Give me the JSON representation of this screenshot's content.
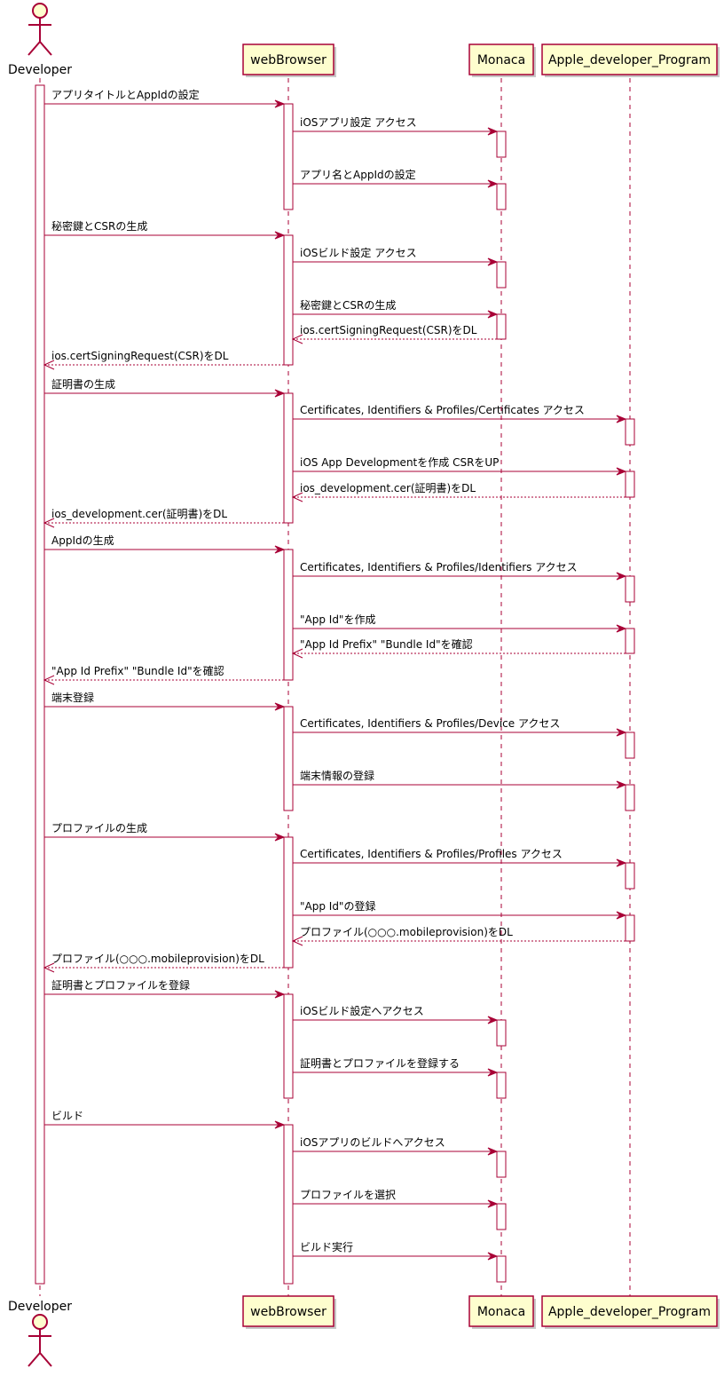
{
  "participants": [
    {
      "id": "dev",
      "name": "Developer",
      "kind": "actor"
    },
    {
      "id": "web",
      "name": "webBrowser",
      "kind": "participant"
    },
    {
      "id": "mon",
      "name": "Monaca",
      "kind": "participant"
    },
    {
      "id": "apple",
      "name": "Apple_developer_Program",
      "kind": "participant"
    }
  ],
  "messages": [
    {
      "from": "dev",
      "to": "web",
      "label": "アプリタイトルとAppIdの設定",
      "type": "call"
    },
    {
      "from": "web",
      "to": "mon",
      "label": "iOSアプリ設定 アクセス",
      "type": "call"
    },
    {
      "from": "web",
      "to": "mon",
      "label": "アプリ名とAppIdの設定",
      "type": "call"
    },
    {
      "from": "dev",
      "to": "web",
      "label": "秘密鍵とCSRの生成",
      "type": "call"
    },
    {
      "from": "web",
      "to": "mon",
      "label": "iOSビルド設定 アクセス",
      "type": "call"
    },
    {
      "from": "web",
      "to": "mon",
      "label": "秘密鍵とCSRの生成",
      "type": "call"
    },
    {
      "from": "mon",
      "to": "web",
      "label": "ios.certSigningRequest(CSR)をDL",
      "type": "return"
    },
    {
      "from": "web",
      "to": "dev",
      "label": "ios.certSigningRequest(CSR)をDL",
      "type": "return"
    },
    {
      "from": "dev",
      "to": "web",
      "label": "証明書の生成",
      "type": "call"
    },
    {
      "from": "web",
      "to": "apple",
      "label": "Certificates, Identifiers & Profiles/Certificates アクセス",
      "type": "call"
    },
    {
      "from": "web",
      "to": "apple",
      "label": "iOS App Developmentを作成 CSRをUP",
      "type": "call"
    },
    {
      "from": "apple",
      "to": "web",
      "label": "ios_development.cer(証明書)をDL",
      "type": "return"
    },
    {
      "from": "web",
      "to": "dev",
      "label": "ios_development.cer(証明書)をDL",
      "type": "return"
    },
    {
      "from": "dev",
      "to": "web",
      "label": "AppIdの生成",
      "type": "call"
    },
    {
      "from": "web",
      "to": "apple",
      "label": "Certificates, Identifiers & Profiles/Identifiers アクセス",
      "type": "call"
    },
    {
      "from": "web",
      "to": "apple",
      "label": "\"App Id\"を作成",
      "type": "call"
    },
    {
      "from": "apple",
      "to": "web",
      "label": "\"App Id Prefix\" \"Bundle Id\"を確認",
      "type": "return"
    },
    {
      "from": "web",
      "to": "dev",
      "label": "\"App Id Prefix\" \"Bundle Id\"を確認",
      "type": "return"
    },
    {
      "from": "dev",
      "to": "web",
      "label": "端末登録",
      "type": "call"
    },
    {
      "from": "web",
      "to": "apple",
      "label": "Certificates, Identifiers & Profiles/Device アクセス",
      "type": "call"
    },
    {
      "from": "web",
      "to": "apple",
      "label": "端末情報の登録",
      "type": "call"
    },
    {
      "from": "dev",
      "to": "web",
      "label": "プロファイルの生成",
      "type": "call"
    },
    {
      "from": "web",
      "to": "apple",
      "label": "Certificates, Identifiers & Profiles/Profiles アクセス",
      "type": "call"
    },
    {
      "from": "web",
      "to": "apple",
      "label": "\"App Id\"の登録",
      "type": "call"
    },
    {
      "from": "apple",
      "to": "web",
      "label": "プロファイル(○○○.mobileprovision)をDL",
      "type": "return"
    },
    {
      "from": "web",
      "to": "dev",
      "label": "プロファイル(○○○.mobileprovision)をDL",
      "type": "return"
    },
    {
      "from": "dev",
      "to": "web",
      "label": "証明書とプロファイルを登録",
      "type": "call"
    },
    {
      "from": "web",
      "to": "mon",
      "label": "iOSビルド設定へアクセス",
      "type": "call"
    },
    {
      "from": "web",
      "to": "mon",
      "label": "証明書とプロファイルを登録する",
      "type": "call"
    },
    {
      "from": "dev",
      "to": "web",
      "label": "ビルド",
      "type": "call"
    },
    {
      "from": "web",
      "to": "mon",
      "label": "iOSアプリのビルドへアクセス",
      "type": "call"
    },
    {
      "from": "web",
      "to": "mon",
      "label": "プロファイルを選択",
      "type": "call"
    },
    {
      "from": "web",
      "to": "mon",
      "label": "ビルド実行",
      "type": "call"
    }
  ],
  "colors": {
    "line": "#A80036",
    "box_fill": "#FEFECE"
  }
}
